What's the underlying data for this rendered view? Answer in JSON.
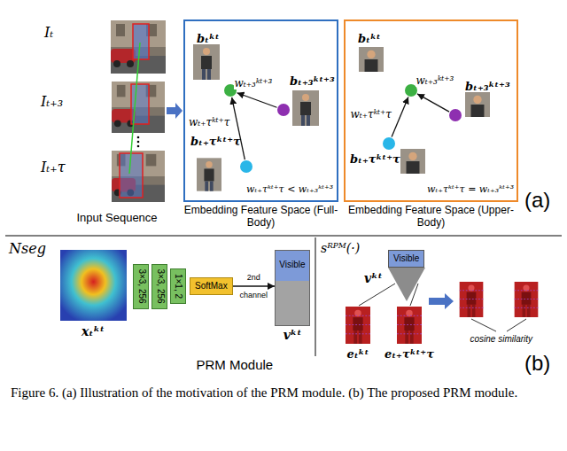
{
  "diagram": {
    "caption": "Figure 6. (a) Illustration of the motivation of the PRM module. (b) The proposed PRM module.",
    "nodes": [
      {
        "text": [
          "Embedding Feature Space (Full-Body)"
        ]
      },
      {
        "text": [
          "bₜᵏᵗ"
        ],
        "in": 0
      },
      {
        "text": [
          "bₜ₊₃ᵏᵗ⁺³"
        ],
        "in": 0
      },
      {
        "text": [
          "bₜ₊τᵏᵗ⁺τ"
        ],
        "in": 0
      },
      {
        "text": [
          "Embedding Feature Space (Upper-Body)"
        ]
      },
      {
        "text": [
          "bₜᵏᵗ"
        ],
        "in": 4
      },
      {
        "text": [
          "bₜ₊₃ᵏᵗ⁺³"
        ],
        "in": 4
      },
      {
        "text": [
          "bₜ₊τᵏᵗ⁺τ"
        ],
        "in": 4
      },
      {
        "text": [
          "3×3, 256"
        ]
      },
      {
        "text": [
          "3×3, 256"
        ]
      },
      {
        "text": [
          "1×1, 2"
        ]
      },
      {
        "text": [
          "SoftMax"
        ]
      },
      {
        "text": [
          "Visible",
          "vᵏᵗ"
        ]
      },
      {
        "text": [
          "Visible"
        ]
      }
    ],
    "edges": [
      {
        "from": 2,
        "to": 1,
        "label": "wₜ₊₃ᵏᵗ⁺³",
        "arrow": "to"
      },
      {
        "from": 3,
        "to": 1,
        "label": "wₜ₊τᵏᵗ⁺τ",
        "arrow": "to"
      },
      {
        "from": 6,
        "to": 5,
        "label": "wₜ₊₃ᵏᵗ⁺³",
        "arrow": "to"
      },
      {
        "from": 7,
        "to": 5,
        "label": "wₜ₊τᵏᵗ⁺τ",
        "arrow": "to"
      },
      {
        "from": 11,
        "to": 12,
        "label": "2nd channel",
        "arrow": "to"
      }
    ],
    "labels": [
      "Iₜ",
      "Iₜ₊₃",
      "Iₜ₊τ",
      "Input Sequence",
      "wₜ₊τᵏᵗ⁺τ < wₜ₊₃ᵏᵗ⁺³",
      "wₜ₊τᵏᵗ⁺τ = wₜ₊₃ᵏᵗ⁺³",
      "(a)",
      "Nseg",
      "xₜᵏᵗ",
      "PRM Module",
      "sᴿᴾᴹ(·)",
      "vᵏᵗ",
      "eₜᵏᵗ",
      "eₜ₊τᵏᵗ⁺τ",
      "cosine similarity",
      "(b)"
    ]
  }
}
